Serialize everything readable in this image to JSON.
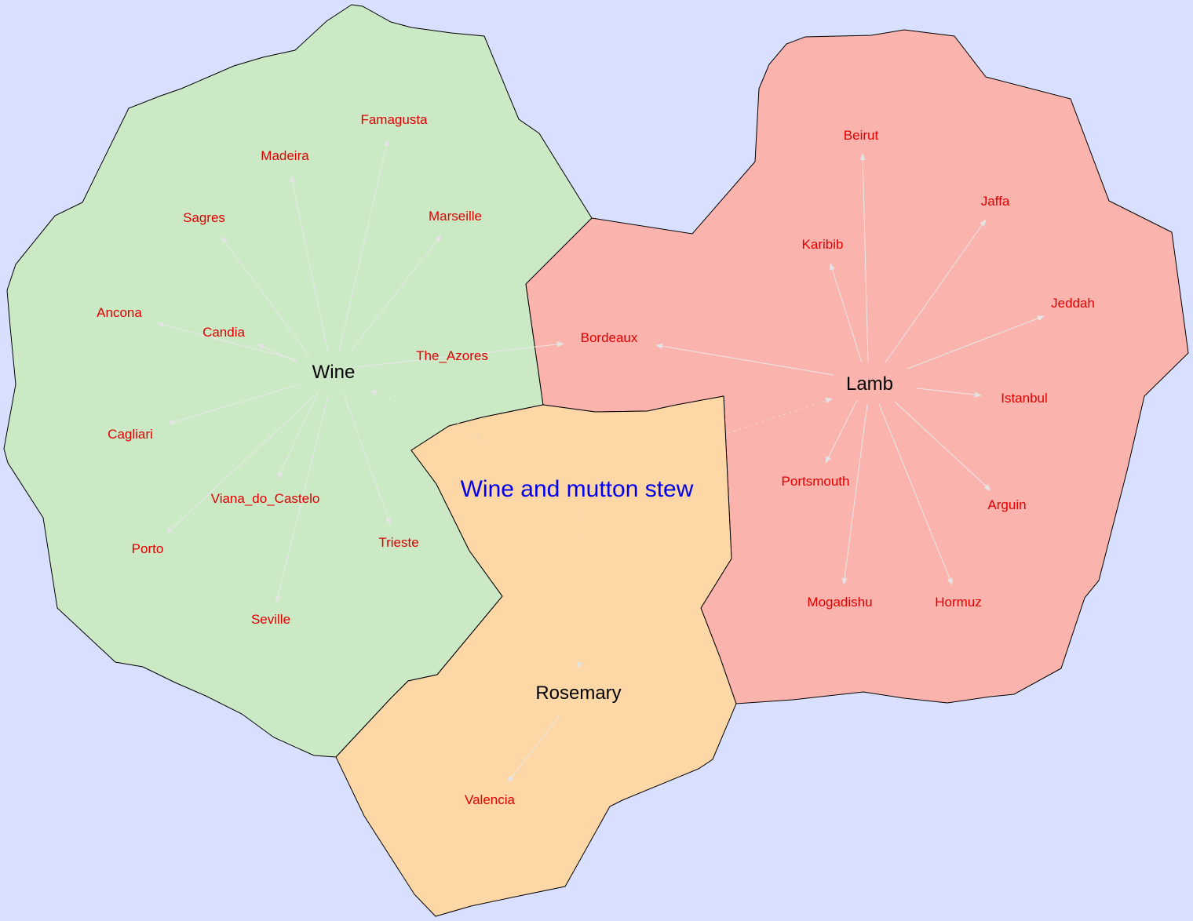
{
  "colors": {
    "background": "#d9e0ff",
    "wine_region": "#cce9c6",
    "lamb_region": "#fbb3ae",
    "rosemary_region": "#fed7a6",
    "place_text": "#e00000",
    "hub_text": "#000000",
    "center_text": "#0000ee",
    "edge": "#e8e8e8"
  },
  "center_label": "Wine and mutton stew",
  "hubs": {
    "wine": "Wine",
    "lamb": "Lamb",
    "rosemary": "Rosemary"
  },
  "wine_places": [
    "Famagusta",
    "Madeira",
    "Marseille",
    "Sagres",
    "Ancona",
    "Candia",
    "The_Azores",
    "Cagliari",
    "Viana_do_Castelo",
    "Porto",
    "Trieste",
    "Seville"
  ],
  "lamb_places": [
    "Beirut",
    "Jaffa",
    "Karibib",
    "Jeddah",
    "Bordeaux",
    "Istanbul",
    "Portsmouth",
    "Arguin",
    "Mogadishu",
    "Hormuz"
  ],
  "rosemary_places": [
    "Valencia"
  ]
}
